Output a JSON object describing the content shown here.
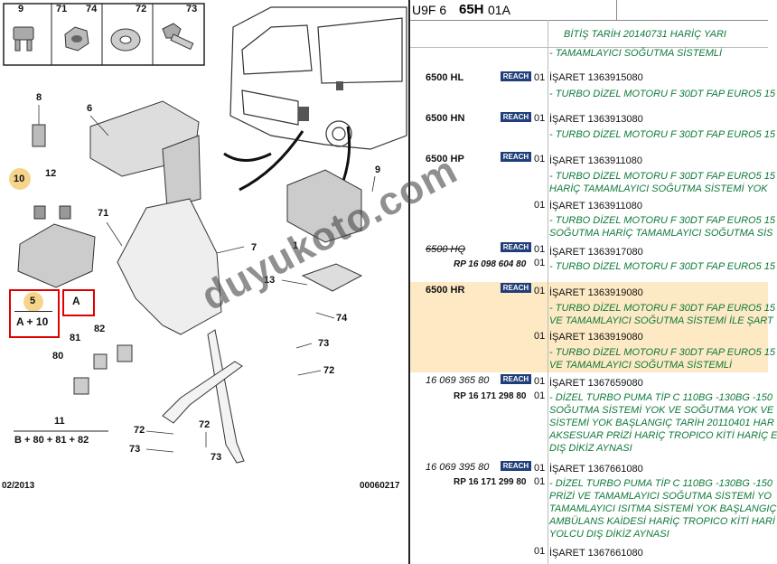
{
  "header": {
    "model": "U9F 6",
    "group": "65H",
    "sub": "01A"
  },
  "diagram": {
    "top_parts": [
      "9",
      "71",
      "74",
      "72",
      "73"
    ],
    "callouts": [
      "8",
      "6",
      "10",
      "12",
      "71",
      "7",
      "1",
      "9",
      "13",
      "5",
      "A",
      "82",
      "81",
      "80",
      "74",
      "73",
      "72",
      "72",
      "73",
      "72",
      "73",
      "11"
    ],
    "box1_top": "5",
    "box1_bottom": "A + 10",
    "box2": "A",
    "assembly_formula": "B + 80 + 81 + 82",
    "date": "02/2013",
    "ref": "00060217"
  },
  "table": {
    "title": "BİTİŞ TARİH 20140731 HARİÇ YARI",
    "intro": "- TAMAMLAYICI SOĞUTMA SİSTEMLİ",
    "entries": [
      {
        "code": "6500 HL",
        "reach": "REACH",
        "qty": "01",
        "isaret": "İŞARET 1363915080",
        "desc": [
          "- TURBO DİZEL MOTORU F 30DT FAP EURO5 15"
        ]
      },
      {
        "code": "6500 HN",
        "reach": "REACH",
        "qty": "01",
        "isaret": "İŞARET 1363913080",
        "desc": [
          "- TURBO DİZEL MOTORU F 30DT FAP EURO5 15"
        ]
      },
      {
        "code": "6500 HP",
        "reach": "REACH",
        "qty": "01",
        "isaret": "İŞARET 1363911080",
        "desc": [
          "- TURBO DİZEL MOTORU F 30DT FAP EURO5 15",
          "HARİÇ TAMAMLAYICI SOĞUTMA SİSTEMİ YOK"
        ]
      },
      {
        "code": "",
        "reach": "",
        "qty": "01",
        "isaret": "İŞARET 1363911080",
        "desc": [
          "- TURBO DİZEL MOTORU F 30DT FAP EURO5 15",
          "SOĞUTMA HARİÇ TAMAMLAYICI SOĞUTMA SİS"
        ]
      },
      {
        "code": "6500 HQ",
        "sub": "RP 16 098 604 80",
        "reach": "REACH",
        "qty": "01",
        "qty2": "01",
        "isaret": "İŞARET 1363917080",
        "desc": [
          "- TURBO DİZEL MOTORU F 30DT FAP EURO5 15"
        ]
      },
      {
        "code": "6500 HR",
        "reach": "REACH",
        "qty": "01",
        "isaret": "İŞARET 1363919080",
        "desc": [
          "- TURBO DİZEL MOTORU F 30DT FAP EURO5 15",
          "VE TAMAMLAYICI SOĞUTMA SİSTEMİ İLE ŞART"
        ]
      },
      {
        "code": "",
        "reach": "",
        "qty": "01",
        "isaret": "İŞARET 1363919080",
        "desc": [
          "- TURBO DİZEL MOTORU F 30DT FAP EURO5 15",
          "VE TAMAMLAYICI SOĞUTMA SİSTEMLİ"
        ]
      },
      {
        "code": "16 069 365 80",
        "sub": "RP 16 171 298 80",
        "reach": "REACH",
        "qty": "01",
        "qty2": "01",
        "isaret": "İŞARET 1367659080",
        "desc": [
          "- DİZEL TURBO PUMA TİP C 110BG -130BG -150",
          "SOĞUTMA SİSTEMİ YOK VE SOĞUTMA YOK VE",
          "SİSTEMİ YOK BAŞLANGIÇ TARİH 20110401 HAR",
          "AKSESUAR PRİZİ HARİÇ TROPICO KİTİ HARİÇ E",
          "DIŞ DİKİZ AYNASI"
        ]
      },
      {
        "code": "16 069 395 80",
        "sub": "RP 16 171 299 80",
        "reach": "REACH",
        "qty": "01",
        "qty2": "01",
        "isaret": "İŞARET 1367661080",
        "desc": [
          "- DİZEL TURBO PUMA TİP C 110BG -130BG -150",
          "PRİZİ VE TAMAMLAYICI SOĞUTMA SİSTEMİ YO",
          "TAMAMLAYICI ISITMA SİSTEMİ YOK BAŞLANGIÇ",
          "AMBÜLANS KAİDESİ HARİÇ TROPICO KİTİ HARİ",
          "YOLCU DIŞ DİKİZ AYNASI"
        ]
      },
      {
        "code": "",
        "reach": "",
        "qty": "01",
        "isaret": "İŞARET 1367661080",
        "desc": []
      }
    ]
  },
  "watermark": "duyukoto.com"
}
